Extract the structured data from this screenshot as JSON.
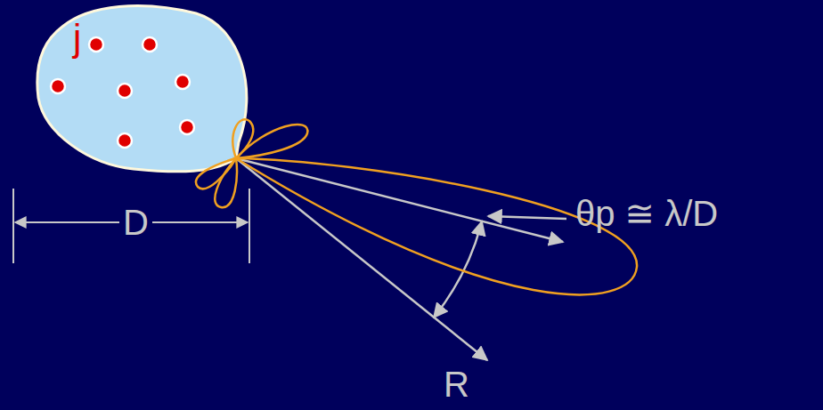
{
  "diagram": {
    "nodes": [
      {
        "text": [
          "j"
        ]
      }
    ],
    "labels": [
      "D",
      "θp ≅ λ/D",
      "R"
    ]
  }
}
